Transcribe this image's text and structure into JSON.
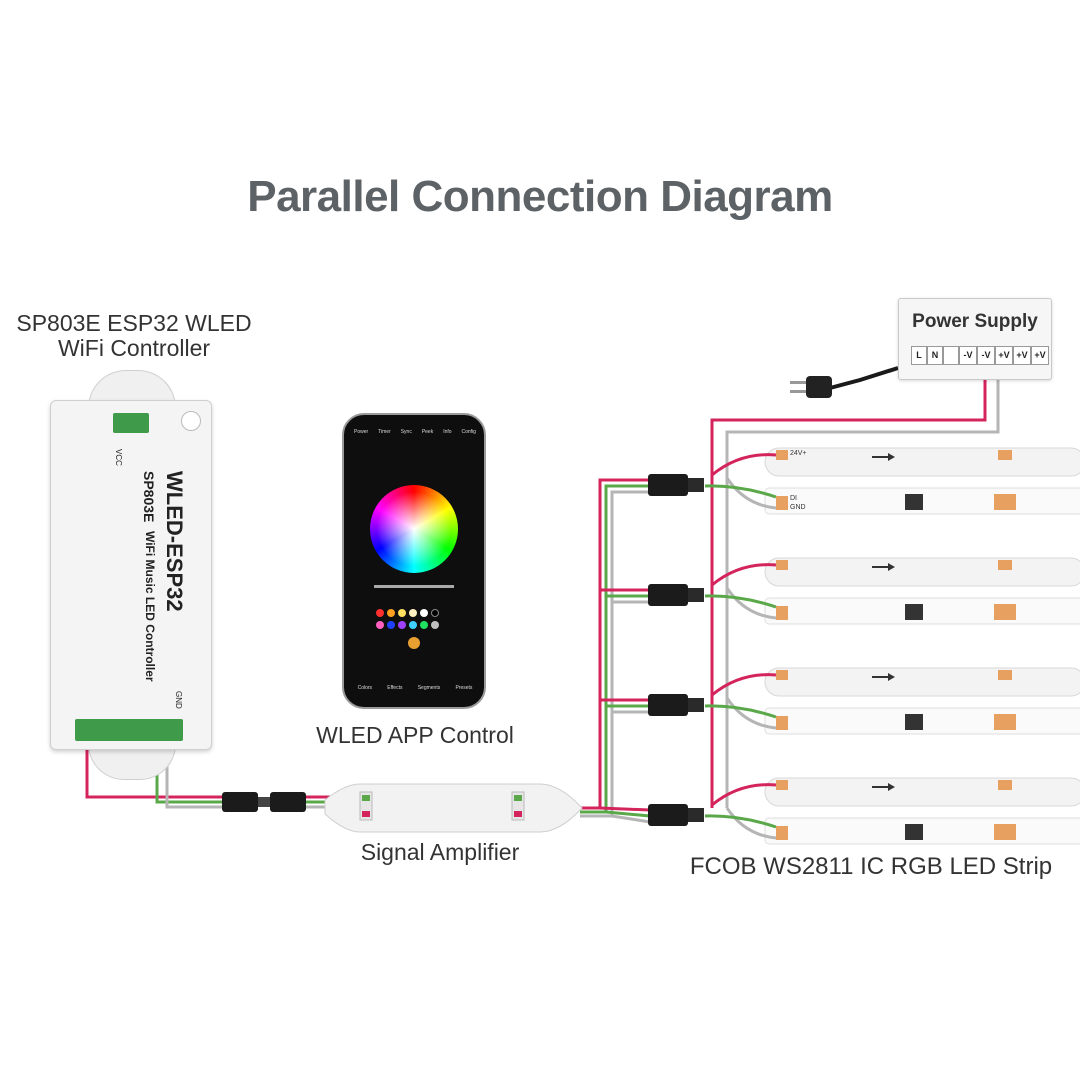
{
  "title": "Parallel Connection Diagram",
  "labels": {
    "controller": [
      "SP803E ESP32 WLED",
      "WiFi Controller"
    ],
    "app": "WLED APP Control",
    "amplifier": "Signal Amplifier",
    "strip": "FCOB WS2811 IC RGB LED Strip",
    "power_supply": "Power Supply"
  },
  "power_supply_terminals": [
    "L",
    "N",
    "",
    "-V",
    "-V",
    "+V",
    "+V",
    "+V"
  ],
  "controller": {
    "brand": "WLED-ESP32",
    "model": "SP803E",
    "subtitle": "WiFi Music LED Controller",
    "vcc_label": "VCC",
    "gnd_label": "GND"
  },
  "app_tabs_top": [
    "Power",
    "Timer",
    "Sync",
    "Peek",
    "Info",
    "Config"
  ],
  "app_tabs_bottom": [
    "Colors",
    "Effects",
    "Segments",
    "Presets"
  ],
  "strip_labels": {
    "pad_top": "24V+",
    "pad_data": "DI",
    "pad_gnd": "GND"
  },
  "colors": {
    "wire_red": "#d4245c",
    "wire_green": "#5aa84a",
    "wire_gray": "#b5b5b5",
    "title": "#5d6266",
    "pad": "#e8a060"
  }
}
